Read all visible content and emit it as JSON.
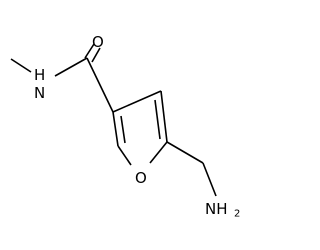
{
  "molecule": {
    "atoms": {
      "carbonyl_oxygen": "O",
      "amide_nitrogen": "N",
      "amide_hydrogen": "H",
      "ring_oxygen": "O",
      "amine_nitrogen": "NH",
      "amine_subscript": "2"
    }
  }
}
